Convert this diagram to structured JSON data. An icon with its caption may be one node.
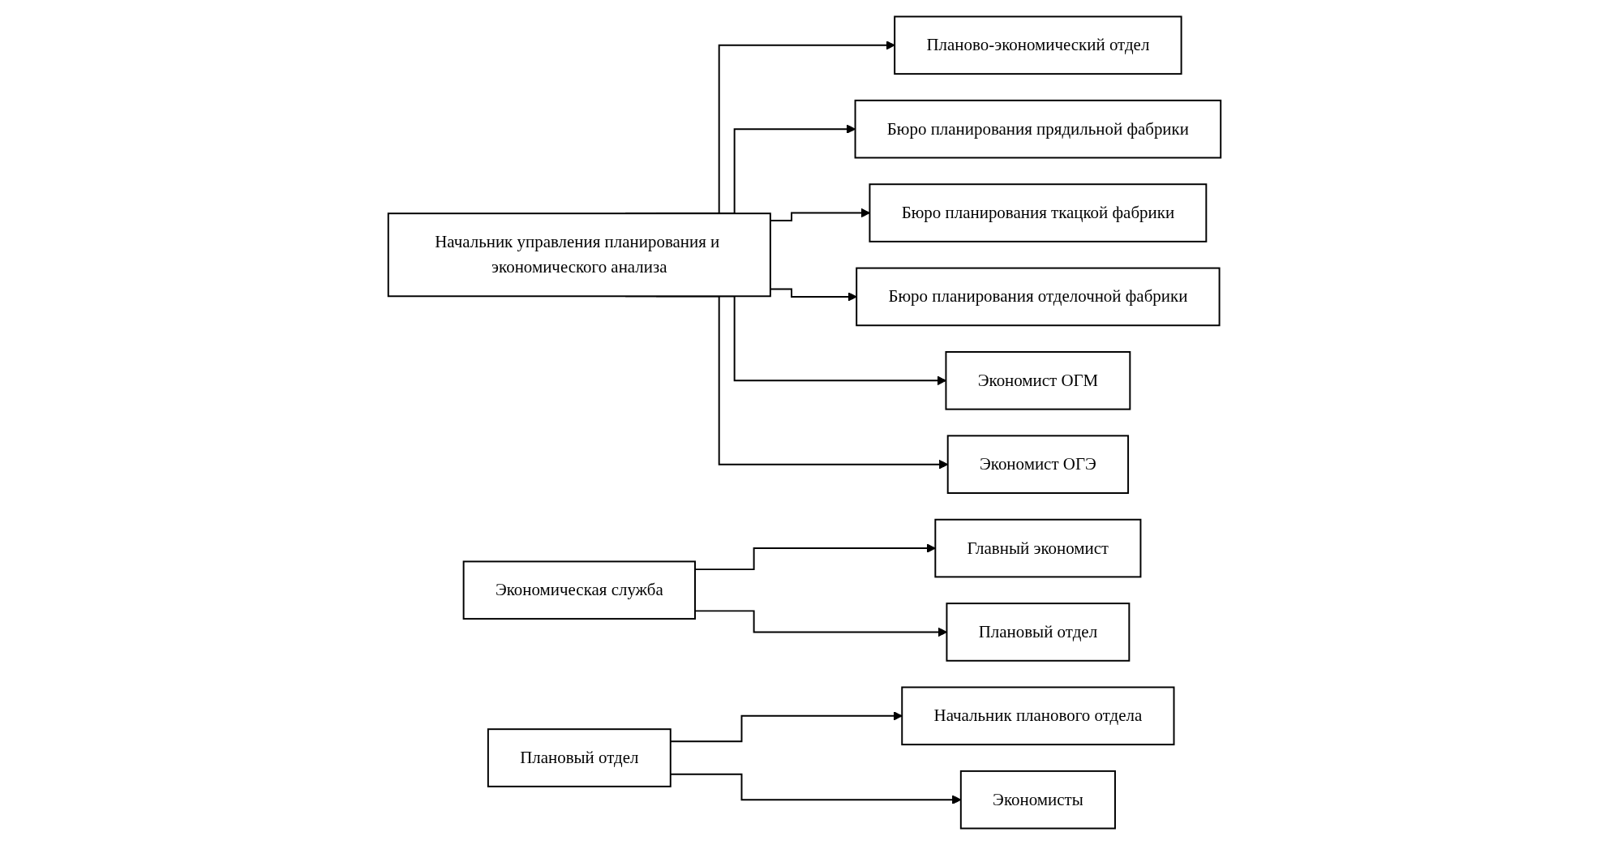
{
  "diagram": {
    "nodes": [
      {
        "text": [
          "Начальник управления планирования и экономического анализа"
        ]
      },
      {
        "text": [
          "Планово-экономический отдел"
        ]
      },
      {
        "text": [
          "Бюро планирования прядильной фабрики"
        ]
      },
      {
        "text": [
          "Бюро планирования ткацкой фабрики"
        ]
      },
      {
        "text": [
          "Бюро планирования отделочной фабрики"
        ]
      },
      {
        "text": [
          "Экономист ОГМ"
        ]
      },
      {
        "text": [
          "Экономист ОГЭ"
        ]
      },
      {
        "text": [
          "Экономическая служба"
        ]
      },
      {
        "text": [
          "Главный экономист"
        ]
      },
      {
        "text": [
          "Плановый отдел"
        ]
      },
      {
        "text": [
          "Плановый отдел"
        ]
      },
      {
        "text": [
          "Начальник планового отдела"
        ]
      },
      {
        "text": [
          "Экономисты"
        ]
      }
    ],
    "edges": [
      {
        "from": 0,
        "to": 1,
        "arrow": "to"
      },
      {
        "from": 0,
        "to": 2,
        "arrow": "to"
      },
      {
        "from": 0,
        "to": 3,
        "arrow": "to"
      },
      {
        "from": 0,
        "to": 4,
        "arrow": "to"
      },
      {
        "from": 0,
        "to": 5,
        "arrow": "to"
      },
      {
        "from": 0,
        "to": 6,
        "arrow": "to"
      },
      {
        "from": 7,
        "to": 8,
        "arrow": "to"
      },
      {
        "from": 7,
        "to": 9,
        "arrow": "to"
      },
      {
        "from": 10,
        "to": 11,
        "arrow": "to"
      },
      {
        "from": 10,
        "to": 12,
        "arrow": "to"
      }
    ]
  }
}
